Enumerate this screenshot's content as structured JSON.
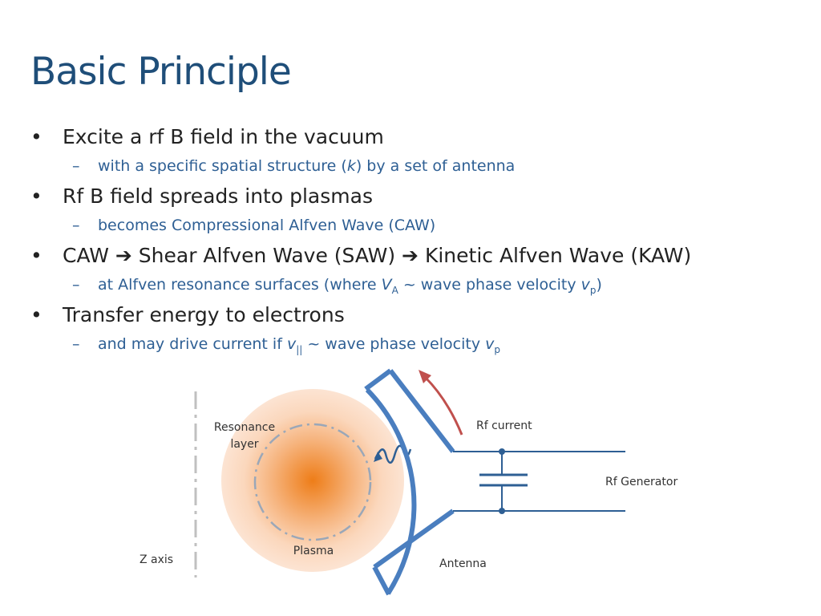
{
  "title": "Basic Principle",
  "bullets": [
    {
      "text": "Excite a rf B field in the vacuum",
      "sub_pre": "with a specific spatial structure (",
      "sub_var": "k",
      "sub_post": ") by a set of antenna"
    },
    {
      "text": "Rf B field spreads into plasmas",
      "sub": "becomes Compressional Alfven Wave (CAW)"
    },
    {
      "part1": "CAW",
      "arrow": "➔",
      "part2": "Shear Alfven Wave (SAW)",
      "part3": "Kinetic Alfven Wave (KAW)",
      "sub_pre": "at Alfven resonance surfaces (where ",
      "sub_var1": "V",
      "sub_sub1": "A",
      "sub_mid": " ~ wave phase velocity ",
      "sub_var2": "v",
      "sub_sub2": "p",
      "sub_post": ")"
    },
    {
      "text": "Transfer energy to electrons",
      "sub_pre": "and may drive current if ",
      "sub_var1": "v",
      "sub_sub1": "||",
      "sub_mid": " ~ wave phase velocity ",
      "sub_var2": "v",
      "sub_sub2": "p"
    }
  ],
  "bullet_symbol": "•",
  "dash_symbol": "–",
  "diagram": {
    "labels": {
      "resonance_line1": "Resonance",
      "resonance_line2": "layer",
      "plasma": "Plasma",
      "z_axis": "Z axis",
      "rf_current": "Rf current",
      "rf_generator": "Rf Generator",
      "antenna": "Antenna"
    },
    "colors": {
      "antenna": "#4a7ebf",
      "plasma_core": "#ee7d18",
      "plasma_edge": "#fbe0cc",
      "current_arrow": "#c0504d",
      "resonance_ring": "#9aa7b8",
      "z_axis": "#c0c0c0",
      "circuit": "#2e5f94"
    }
  }
}
